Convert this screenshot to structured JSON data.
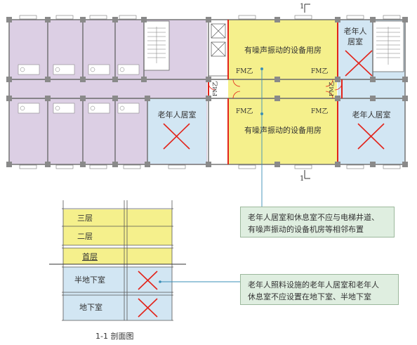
{
  "plan": {
    "rooms": {
      "equipment_top": "有噪声振动的设备用房",
      "equipment_bottom": "有噪声振动的设备用房",
      "elderly_top_right_1": "老年人",
      "elderly_top_right_2": "居室",
      "elderly_bottom_left": "老年人居室",
      "elderly_bottom_right": "老年人居室"
    },
    "fire_doors": [
      "FM乙",
      "FM乙",
      "FM乙",
      "FM乙",
      "FM乙",
      "FM乙"
    ],
    "section_marks": [
      "1",
      "1"
    ]
  },
  "section": {
    "floors": [
      "三层",
      "二层",
      "首层",
      "半地下室",
      "地下室"
    ],
    "caption": "1-1  剖面图"
  },
  "callouts": {
    "upper": [
      "老年人居室和休息室不应与电梯井道、",
      "有噪声振动的设备机房等相邻布置"
    ],
    "lower": [
      "老年人照料设施的老年人居室和老年人",
      "休息室不应设置在地下室、半地下室"
    ]
  },
  "colors": {
    "purple": "#dccfe4",
    "yellow": "#f5f08c",
    "blue": "#d2e6f3",
    "red": "#e2231a",
    "callout_green": "#dfeee0"
  }
}
